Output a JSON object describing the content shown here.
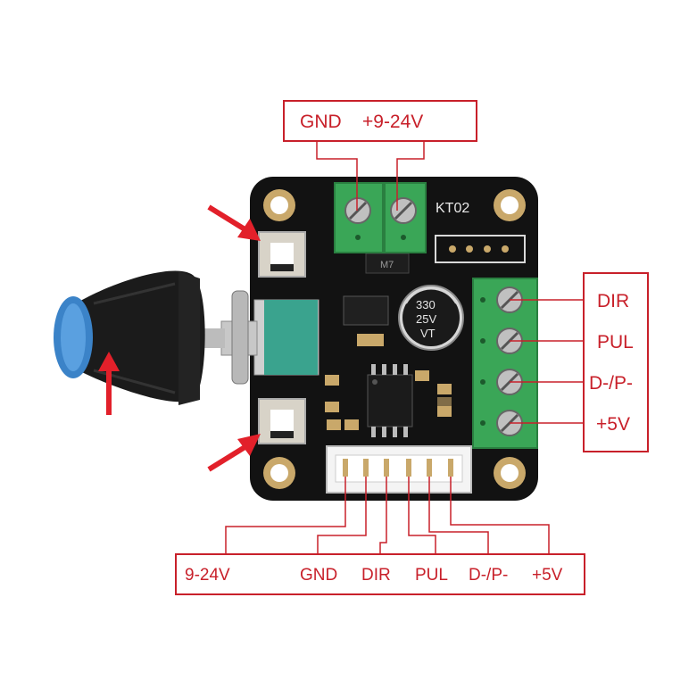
{
  "board": {
    "model": "KT02",
    "capacitor_marking": [
      "330",
      "25V",
      "VT"
    ],
    "chip_marking": "M7"
  },
  "top_labels": {
    "gnd": "GND",
    "power": "+9-24V"
  },
  "right_labels": [
    "DIR",
    "PUL",
    "D-/P-",
    "+5V"
  ],
  "bottom_labels": [
    "9-24V",
    "GND",
    "DIR",
    "PUL",
    "D-/P-",
    "+5V"
  ],
  "colors": {
    "label_red": "#c8202a",
    "arrow_red": "#e2202a",
    "pcb_black": "#111111",
    "terminal_green": "#3aa657",
    "knob_blue": "#3b83c8"
  },
  "icons": [
    "arrow-icon"
  ]
}
